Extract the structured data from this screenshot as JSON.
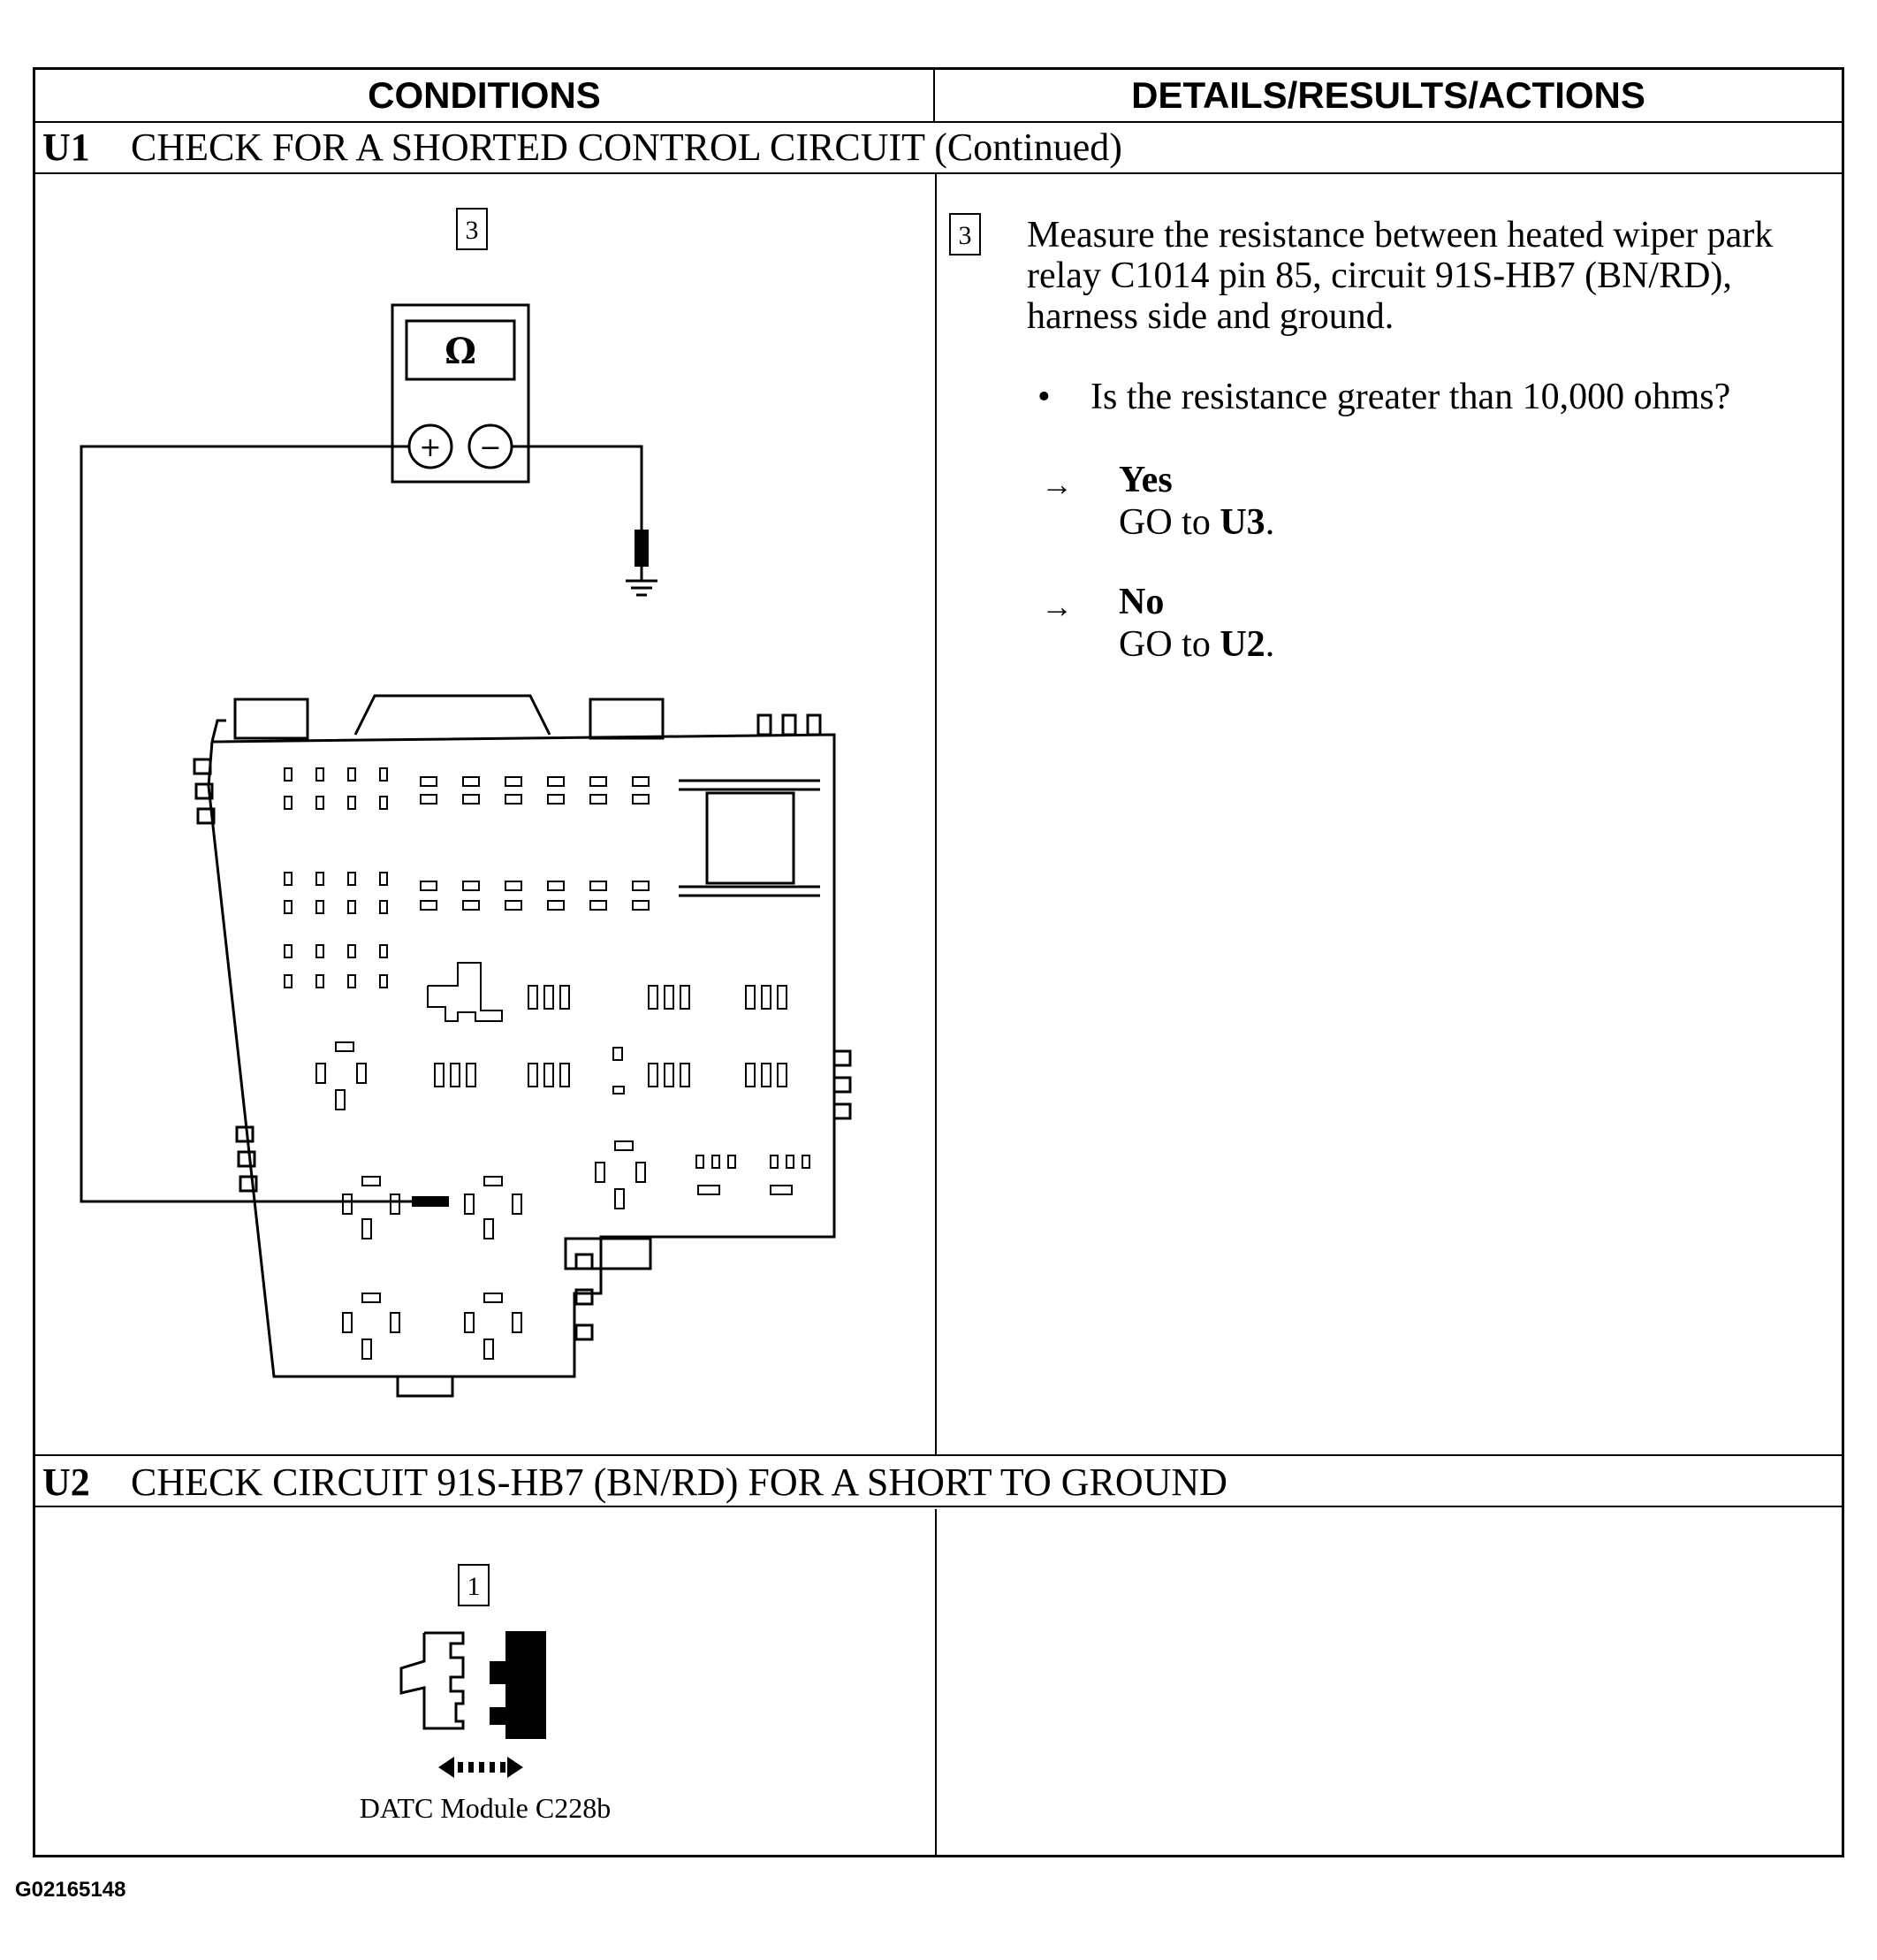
{
  "header": {
    "conditions": "CONDITIONS",
    "details": "DETAILS/RESULTS/ACTIONS"
  },
  "u1": {
    "id": "U1",
    "title": "CHECK FOR A SHORTED CONTROL CIRCUIT (Continued)",
    "step_left": "3",
    "meter_symbol": "Ω",
    "step_right": "3",
    "instruction": "Measure the resistance between heated wiper park relay C1014 pin 85, circuit 91S-HB7 (BN/RD), harness side and ground.",
    "bullet": "•",
    "question": "Is the resistance greater than 10,000 ohms?",
    "arrow": "→",
    "yes_label": "Yes",
    "yes_go": "GO to",
    "yes_target": "U3",
    "no_label": "No",
    "no_go": "GO to",
    "no_target": "U2"
  },
  "u2": {
    "id": "U2",
    "title": "CHECK CIRCUIT 91S-HB7 (BN/RD) FOR A SHORT TO GROUND",
    "step_left": "1",
    "caption": "DATC Module C228b"
  },
  "figure_id": "G02165148"
}
